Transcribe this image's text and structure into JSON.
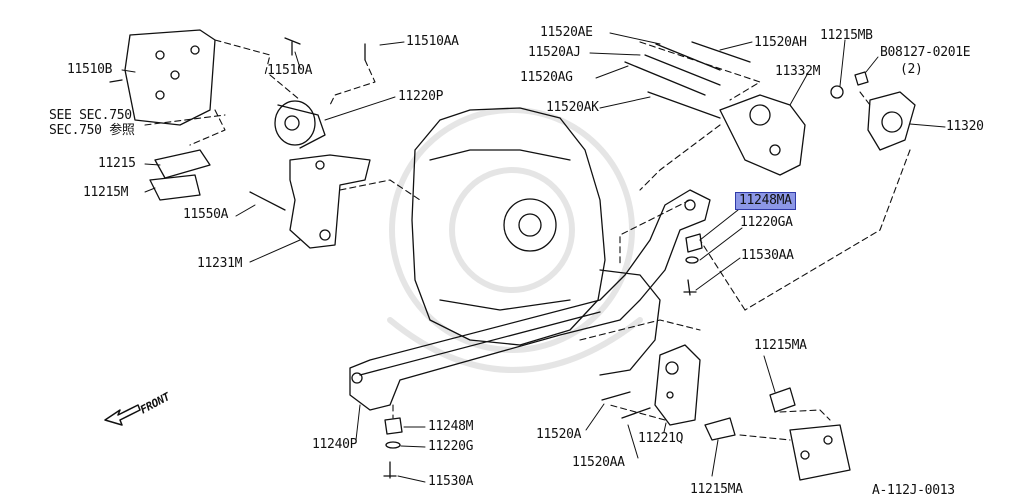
{
  "diagram": {
    "parts": {
      "p11510B": "11510B",
      "p11510A": "11510A",
      "p11510AA": "11510AA",
      "p11220P": "11220P",
      "p11215": "11215",
      "p11215M": "11215M",
      "p11550A": "11550A",
      "p11231M": "11231M",
      "p11520AE": "11520AE",
      "p11520AJ": "11520AJ",
      "p11520AG": "11520AG",
      "p11520AK": "11520AK",
      "p11520AH": "11520AH",
      "p11332M": "11332M",
      "p11215MB": "11215MB",
      "p08127": "B08127-0201E",
      "p08127qty": "(2)",
      "p11320": "11320",
      "p11248MA": "11248MA",
      "p11220GA": "11220GA",
      "p11530AA": "11530AA",
      "p11215MA_top": "11215MA",
      "p11248M": "11248M",
      "p11220G": "11220G",
      "p11530A": "11530A",
      "p11240P": "11240P",
      "p11520A": "11520A",
      "p11221Q": "11221Q",
      "p11520AA": "11520AA",
      "p11215MA_bottom": "11215MA"
    },
    "see_section_line1": "SEE SEC.750",
    "see_section_line2": "SEC.750 参照",
    "front_label": "FRONT",
    "figure_code": "A-112J-0013",
    "highlight_color": "#8c97e6"
  }
}
